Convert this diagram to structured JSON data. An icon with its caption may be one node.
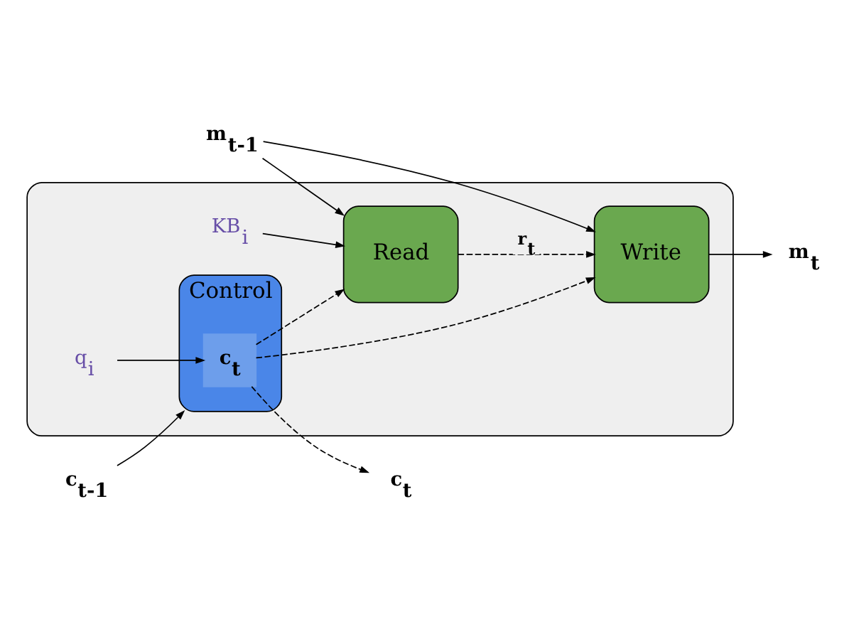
{
  "diagram": {
    "nodes": [
      {
        "text": [],
        "shape": "box"
      },
      {
        "text": [
          "Control"
        ],
        "in": 0
      },
      {
        "text": [
          "c$_{t}$"
        ],
        "in": 1
      },
      {
        "text": [
          "Read"
        ],
        "in": 0
      },
      {
        "text": [
          "Write"
        ],
        "in": 0
      },
      {
        "text": [
          "c$_{t-1}$"
        ]
      },
      {
        "text": [
          "q$_{i}$"
        ],
        "in": 0
      },
      {
        "text": [
          "c$_{t}$"
        ]
      },
      {
        "text": [
          "m$_{t-1}$"
        ]
      },
      {
        "text": [
          "KB$_{i}$"
        ],
        "in": 0
      },
      {
        "text": [
          "m$_{t}$"
        ]
      }
    ],
    "edges": [
      {
        "from": 5,
        "to": 1,
        "arrow": "to"
      },
      {
        "from": 6,
        "to": 2,
        "arrow": "to"
      },
      {
        "from": 2,
        "to": 7,
        "arrow": "to",
        "style": "dashed"
      },
      {
        "from": 2,
        "to": 3,
        "arrow": "to",
        "style": "dashed"
      },
      {
        "from": 2,
        "to": 4,
        "arrow": "to",
        "style": "dashed"
      },
      {
        "from": 8,
        "to": 3,
        "arrow": "to"
      },
      {
        "from": 8,
        "to": 4,
        "arrow": "to"
      },
      {
        "from": 9,
        "to": 3,
        "arrow": "to"
      },
      {
        "from": 3,
        "to": 4,
        "arrow": "to",
        "style": "dashed",
        "label": "r$_{t}$"
      },
      {
        "from": 4,
        "to": 10,
        "arrow": "to"
      }
    ]
  }
}
